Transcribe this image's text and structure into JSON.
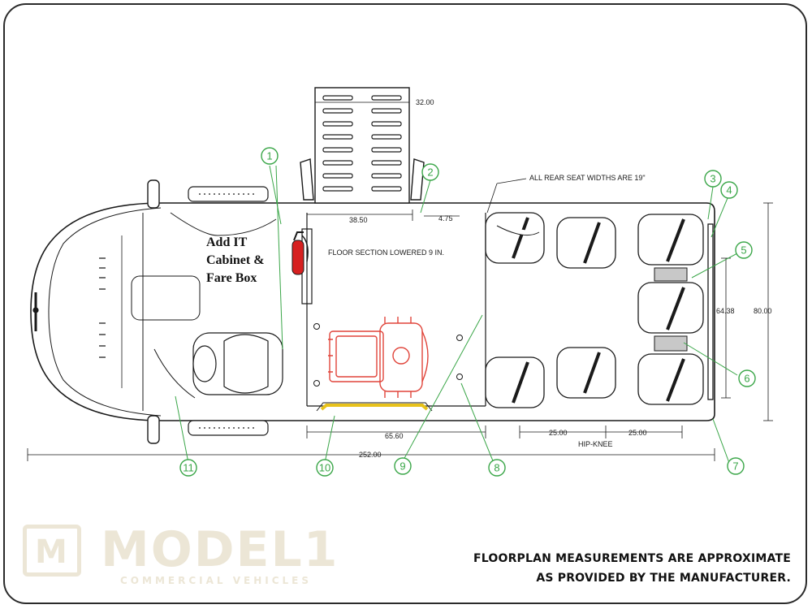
{
  "labels": {
    "note_line1": "Add IT",
    "note_line2": "Cabinet &",
    "note_line3": "Fare Box",
    "rear_seats": "ALL REAR SEAT WIDTHS ARE 19\"",
    "floor_section": "FLOOR SECTION LOWERED 9 IN.",
    "hip_knee": "HIP-KNEE"
  },
  "dimensions": {
    "ramp_width": "32.00",
    "door_to_wall": "38.50",
    "wall_offset": "4.75",
    "seat_block": "64.38",
    "overall_width": "80.00",
    "floor_length": "65.60",
    "seat_pitch_1": "25.00",
    "seat_pitch_2": "25.00",
    "overall_length": "252.00"
  },
  "callouts": [
    "1",
    "2",
    "3",
    "4",
    "5",
    "6",
    "7",
    "8",
    "9",
    "10",
    "11"
  ],
  "disclaimer": {
    "line1": "FLOORPLAN MEASUREMENTS ARE APPROXIMATE",
    "line2": "AS PROVIDED BY THE MANUFACTURER."
  },
  "brand": {
    "mark": "M",
    "word": "MODEL1",
    "tagline": "COMMERCIAL VEHICLES"
  },
  "colors": {
    "callout": "#3aa648",
    "wheelchair": "#e0443a",
    "extinguisher": "#d62020",
    "handrail": "#e8c21a",
    "outline": "#1a1a1a"
  }
}
